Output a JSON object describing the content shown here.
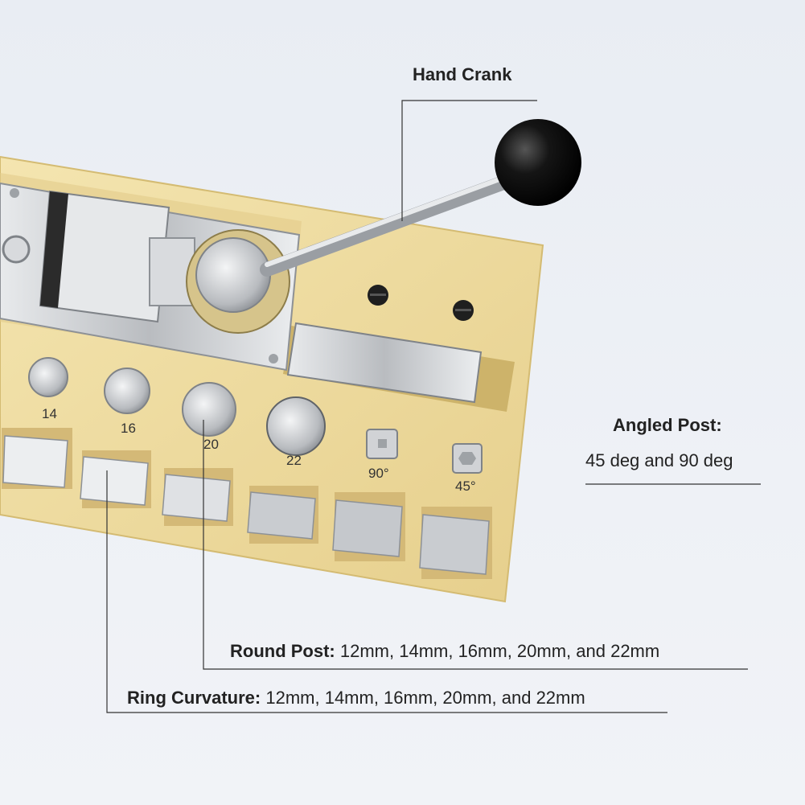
{
  "labels": {
    "hand_crank": "Hand Crank",
    "angled_post_title": "Angled Post:",
    "angled_post_value": "45 deg and 90 deg",
    "round_post_title": "Round Post:",
    "round_post_value": " 12mm, 14mm, 16mm, 20mm, and 22mm",
    "ring_curvature_title": "Ring Curvature:",
    "ring_curvature_value": " 12mm, 14mm, 16mm, 20mm, and 22mm"
  },
  "board_marks": {
    "size_14": "14",
    "size_16": "16",
    "size_20": "20",
    "size_22": "22",
    "angle_90": "90°",
    "angle_45": "45°"
  },
  "colors": {
    "wood": "#f0dfa6",
    "wood_dark": "#d9c27e",
    "steel": "#c9ccd0",
    "steel_dark": "#8d9196",
    "knob": "#111111"
  }
}
